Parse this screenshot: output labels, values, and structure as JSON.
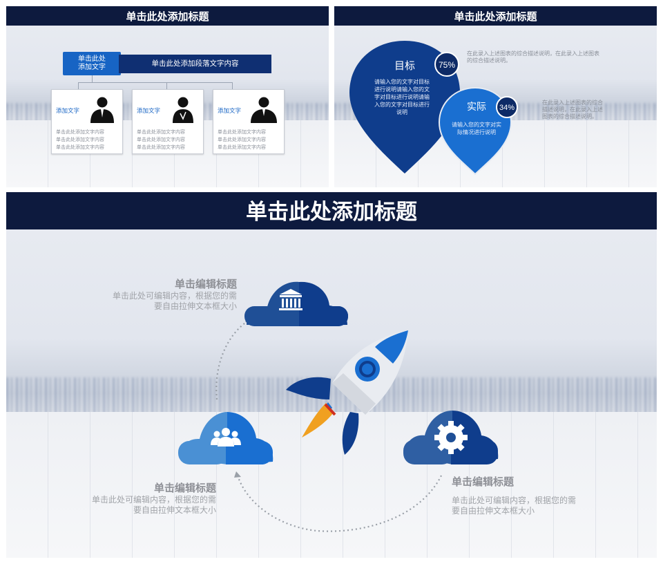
{
  "slide1": {
    "title": "单击此处添加标题",
    "head_left_line1": "单击此处",
    "head_left_line2": "添加文字",
    "head_right": "单击此处添加段落文字内容",
    "cards": [
      {
        "label": "添加文字",
        "lines": [
          "单击此处添加文字内容",
          "单击此处添加文字内容",
          "单击此处添加文字内容"
        ]
      },
      {
        "label": "添加文字",
        "lines": [
          "单击此处添加文字内容",
          "单击此处添加文字内容",
          "单击此处添加文字内容"
        ]
      },
      {
        "label": "添加文字",
        "lines": [
          "单击此处添加文字内容",
          "单击此处添加文字内容",
          "单击此处添加文字内容"
        ]
      }
    ]
  },
  "slide2": {
    "title": "单击此处添加标题",
    "target": {
      "label": "目标",
      "percent": "75%",
      "text_lines": [
        "请输入您的文字对目标",
        "进行说明请输入您的文",
        "字对目标进行说明请输",
        "入您的文字对目标进行",
        "说明"
      ]
    },
    "actual": {
      "label": "实际",
      "percent": "34%",
      "text_lines": [
        "请输入您的文字对实",
        "际情况进行说明"
      ]
    },
    "desc1_lines": [
      "在此录入上述图表的综合描述说明，在此录入上述图表",
      "的综合描述说明。"
    ],
    "desc2_lines": [
      "在此录入上述图表的综合",
      "描述说明，在此录入上述",
      "图表的综合描述说明。"
    ],
    "colors": {
      "target": "#0f3d8c",
      "actual": "#1a6fd1",
      "badge": "#0d2a66"
    }
  },
  "slide3": {
    "title": "单击此处添加标题",
    "items": [
      {
        "heading": "单击编辑标题",
        "desc_lines": [
          "单击此处可编辑内容，根据您的需",
          "要自由拉伸文本框大小"
        ],
        "icon": "bank-icon"
      },
      {
        "heading": "单击编辑标题",
        "desc_lines": [
          "单击此处可编辑内容，根据您的需",
          "要自由拉伸文本框大小"
        ],
        "icon": "users-icon"
      },
      {
        "heading": "单击编辑标题",
        "desc_lines": [
          "单击此处可编辑内容，根据您的需",
          "要自由拉伸文本框大小"
        ],
        "icon": "gear-icon"
      }
    ],
    "colors": {
      "cloud_dark": "#1f4f96",
      "cloud_mid": "#2f6fb8",
      "cloud_light": "#4a90d4",
      "rocket_blue": "#1a6fd1",
      "rocket_navy": "#0f3d8c",
      "flame": "#f0a020"
    }
  }
}
